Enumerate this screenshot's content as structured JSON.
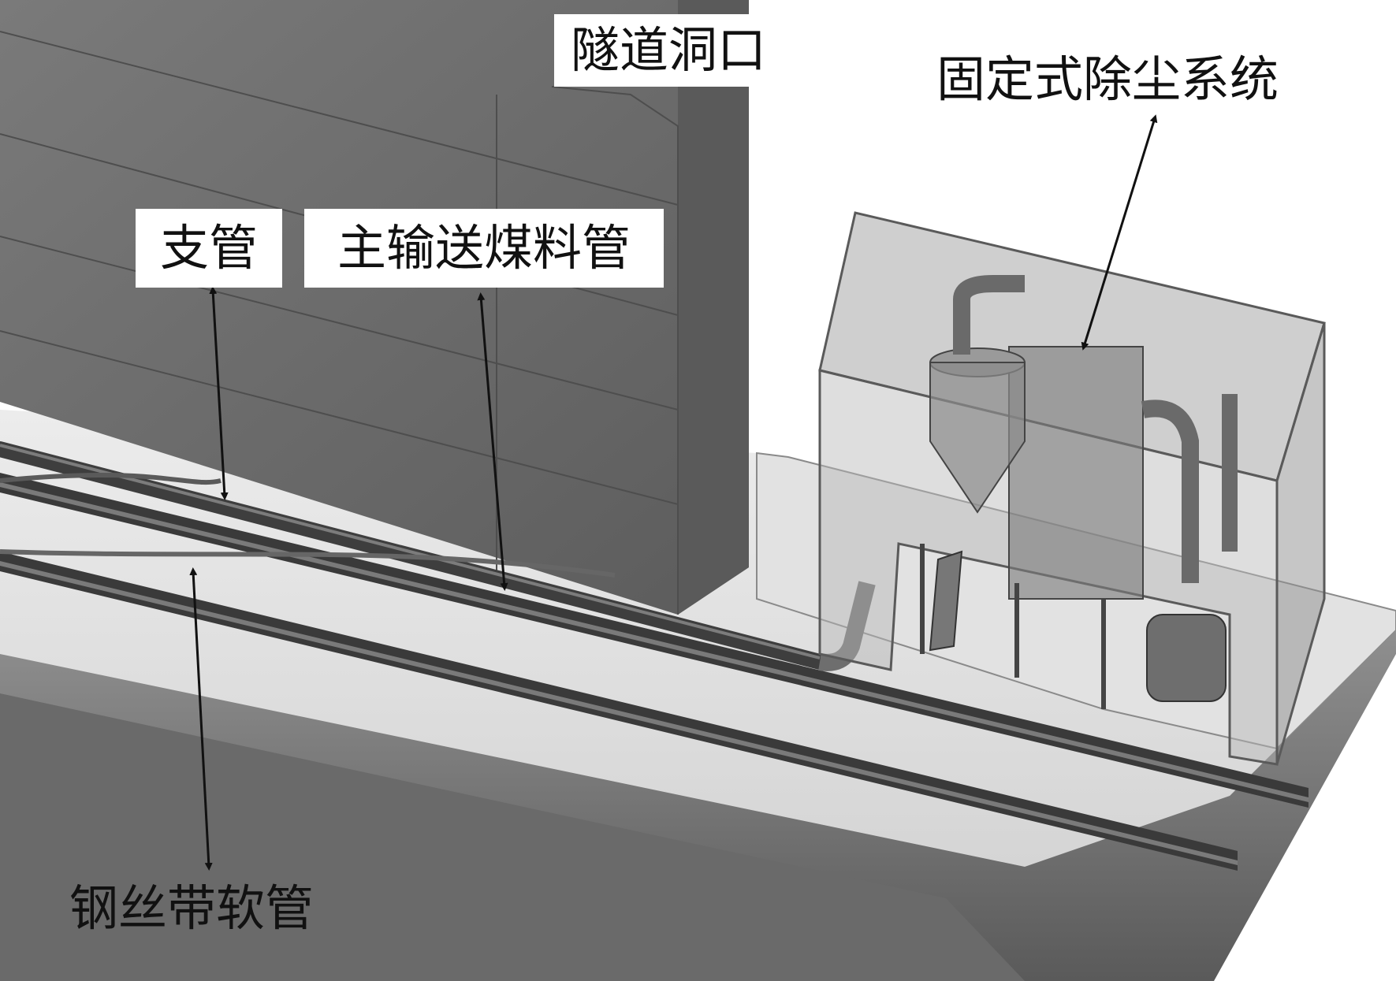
{
  "labels": {
    "tunnel_portal": "隧道洞口",
    "fixed_dust_removal_system": "固定式除尘系统",
    "branch_pipe": "支管",
    "main_coal_pipe": "主输送煤料管",
    "steel_wire_hose": "钢丝带软管"
  },
  "colors": {
    "tunnel_wall": "#6f6f6f",
    "tunnel_wall_light": "#8a8a8a",
    "ground": "#e6e6e6",
    "rail": "#3a3a3a",
    "pipe": "#4a4a4a",
    "enclosure": "#9a9a9a",
    "label_bg": "#ffffff",
    "arrow": "#111111"
  }
}
